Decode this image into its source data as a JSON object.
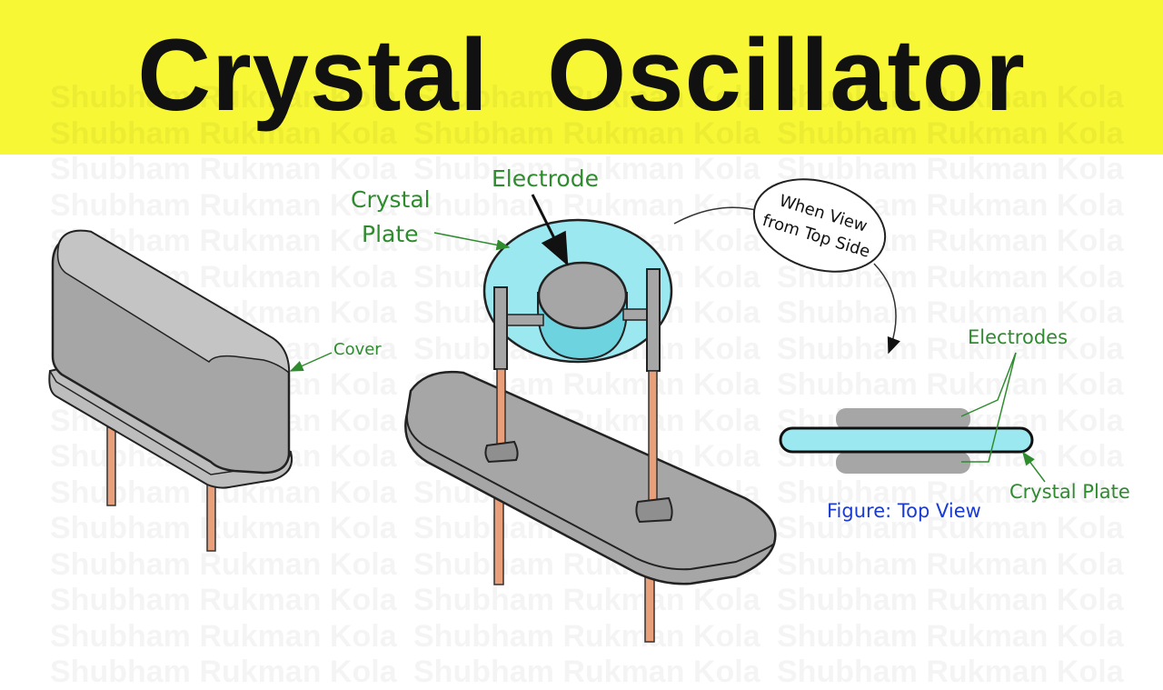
{
  "title": "Crystal  Oscillator",
  "watermark": "Shubham Rukman Kola",
  "labels": {
    "cover": "Cover",
    "crystal_plate_line1": "Crystal",
    "crystal_plate_line2": "Plate",
    "electrode": "Electrode",
    "bubble_line1": "When View",
    "bubble_line2": "from Top Side",
    "electrodes": "Electrodes",
    "crystal_plate_top": "Crystal Plate",
    "figure_caption": "Figure: Top View"
  },
  "colors": {
    "banner": "#f7f736",
    "label_green": "#2e8b2e",
    "caption_blue": "#1a3bd1",
    "crystal_cyan": "#9be8f0",
    "pin_copper": "#e9a07a",
    "body_gray": "#a6a6a6"
  }
}
